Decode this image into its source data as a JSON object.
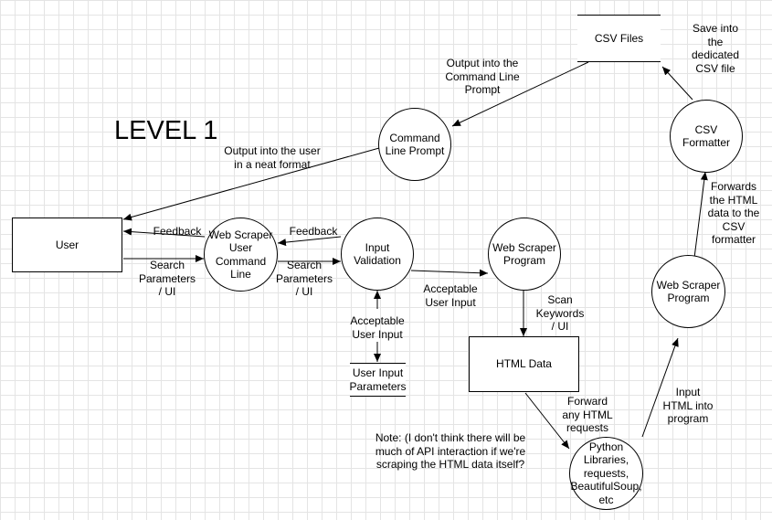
{
  "title": "LEVEL 1",
  "nodes": {
    "user": "User",
    "ui": "Web Scraper\nUser\nCommand\nLine",
    "validation": "Input\nValidation",
    "scraper1": "Web Scraper\nProgram",
    "html": "HTML Data",
    "libs": "Python\nLibraries,\nrequests,\nBeautifulSoup,\netc",
    "scraper2": "Web Scraper\nProgram",
    "formatter": "CSV\nFormatter",
    "csv": "CSV Files",
    "cmd": "Command\nLine Prompt",
    "params": "User Input\nParameters"
  },
  "labels": {
    "feedback1": "Feedback",
    "search1": "Search\nParameters\n/ UI",
    "feedback2": "Feedback",
    "search2": "Search\nParameters\n/ UI",
    "acceptable_scraper": "Acceptable\nUser Input",
    "acceptable_params": "Acceptable\nUser Input",
    "scan": "Scan\nKeywords\n/ UI",
    "forward": "Forward\nany HTML\nrequests",
    "input_html": "Input\nHTML into\nprogram",
    "forwards_csv": "Forwards\nthe HTML\ndata to the\nCSV\nformatter",
    "save": "Save into\nthe\ndedicated\nCSV file",
    "output_cmd": "Output into the\nCommand Line\nPrompt",
    "output_user": "Output into the user\nin a neat format",
    "note": "Note: (I don't think there will be\nmuch of API interaction if we're\nscraping the HTML data itself?"
  }
}
